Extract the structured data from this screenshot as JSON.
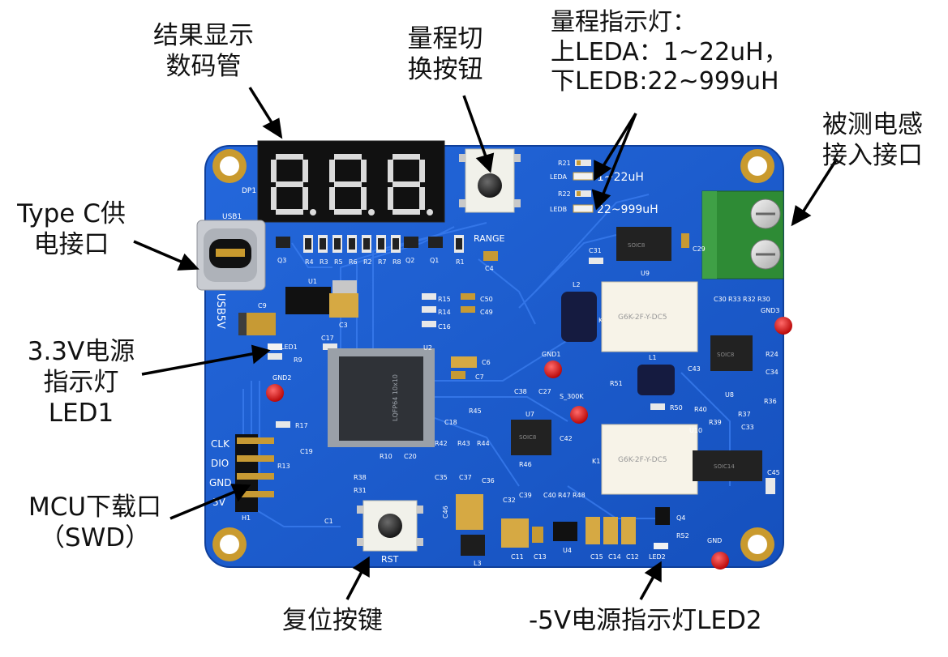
{
  "callouts": {
    "display": "结果显示\n数码管",
    "range_button": "量程切\n换按钮",
    "range_leds": "量程指示灯：\n上LEDA：1~22uH，\n下LEDB:22~999uH",
    "inductor_port": "被测电感\n接入接口",
    "typec": "Type C供\n电接口",
    "power_led1": "3.3V电源\n指示灯\nLED1",
    "swd": "MCU下载口\n（SWD）",
    "reset": "复位按键",
    "power_led2": "-5V电源指示灯LED2"
  },
  "board": {
    "color": "#1a5fd0",
    "range_1": "1~22uH",
    "range_2": "22~999uH",
    "button_range": "RANGE",
    "button_rst": "RST",
    "usb_label": "USB1",
    "usb5v": "USB5V",
    "display_ref": "DP1",
    "mcu_part": "LQFP64 10x10",
    "relay_part": "G6K-2F-Y-DC5",
    "soic8": "SOIC8",
    "soic14": "SOIC14",
    "test_s300k": "S_300K",
    "header_pins": [
      "CLK",
      "DIO",
      "GND",
      "3V"
    ],
    "refs": {
      "LEDA": "LEDA",
      "LEDB": "LEDB",
      "R21": "R21",
      "R22": "R22",
      "Q3": "Q3",
      "R4": "R4",
      "R3": "R3",
      "R5": "R5",
      "R6": "R6",
      "R2": "R2",
      "R7": "R7",
      "R8": "R8",
      "Q2": "Q2",
      "Q1": "Q1",
      "R1": "R1",
      "C4": "C4",
      "U1": "U1",
      "C9": "C9",
      "C3": "C3",
      "LED1": "LED1",
      "R9": "R9",
      "C17": "C17",
      "U2": "U2",
      "GND2": "GND2",
      "GND1": "GND1",
      "GND3": "GND3",
      "GND": "GND",
      "R15": "R15",
      "R14": "R14",
      "C16": "C16",
      "C50": "C50",
      "C49": "C49",
      "C6": "C6",
      "C7": "C7",
      "C31": "C31",
      "U9": "U9",
      "C29": "C29",
      "L2": "L2",
      "K2": "K2",
      "L1": "L1",
      "R51": "R51",
      "C30": "C30",
      "R33": "R33",
      "R32": "R32",
      "R30": "R30",
      "R24": "R24",
      "C34": "C34",
      "C43": "C43",
      "U8": "U8",
      "R36": "R36",
      "R37": "R37",
      "R40": "R40",
      "R39": "R39",
      "C33": "C33",
      "R50": "R50",
      "U10": "U10",
      "C45": "C45",
      "C38": "C38",
      "C27": "C27",
      "U7": "U7",
      "R45": "R45",
      "C18": "C18",
      "C42": "C42",
      "R42": "R42",
      "R43": "R43",
      "R44": "R44",
      "K1": "K1",
      "R46": "R46",
      "R17": "R17",
      "C19": "C19",
      "R13": "R13",
      "R10": "R10",
      "C20": "C20",
      "C35": "C35",
      "C37": "C37",
      "C36": "C36",
      "R38": "R38",
      "R31": "R31",
      "C1": "C1",
      "H1": "H1",
      "C46": "C46",
      "C32": "C32",
      "C39": "C39",
      "C40": "C40",
      "R47": "R47",
      "R48": "R48",
      "Q4": "Q4",
      "R52": "R52",
      "LED2": "LED2",
      "L3": "L3",
      "C11": "C11",
      "C13": "C13",
      "U4": "U4",
      "C15": "C15",
      "C14": "C14",
      "C12": "C12"
    }
  }
}
